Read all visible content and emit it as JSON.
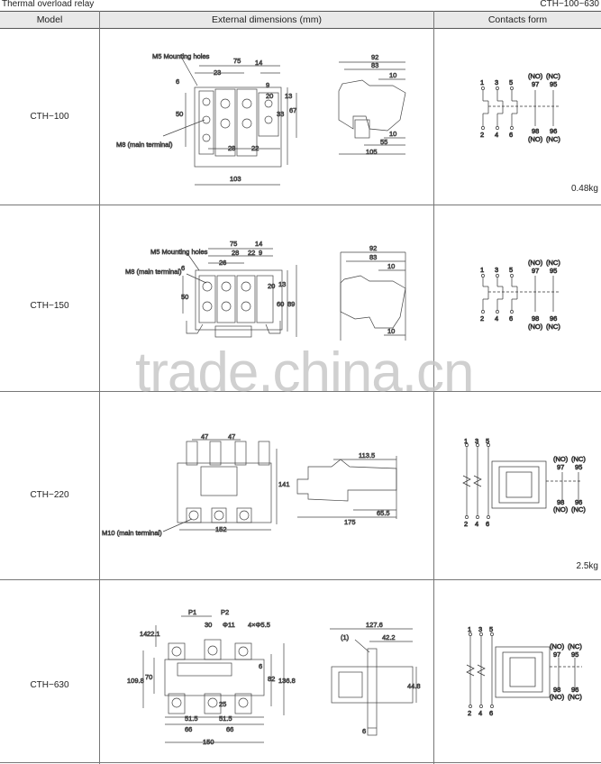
{
  "page": {
    "title": "Thermal overload relay",
    "series": "CTH−100~630"
  },
  "header": {
    "model": "Model",
    "dimensions": "External dimensions (mm)",
    "contacts": "Contacts form"
  },
  "watermark": "trade.china.cn",
  "rows": [
    {
      "model": "CTH−100",
      "weight": "0.48kg",
      "labels": {
        "mount": "M5 Mounting holes",
        "terminal": "M8 (main terminal)"
      },
      "front_dims": [
        "75",
        "14",
        "23",
        "6",
        "9",
        "20",
        "13",
        "50",
        "33",
        "67",
        "28",
        "22",
        "103"
      ],
      "side_dims": [
        "92",
        "83",
        "10",
        "10",
        "55",
        "105"
      ],
      "contacts": {
        "top": [
          "1",
          "3",
          "5"
        ],
        "bottom": [
          "2",
          "4",
          "6"
        ],
        "no_top": "(NO)",
        "nc_top": "(NC)",
        "n97": "97",
        "n95": "95",
        "n98": "98",
        "n96": "96",
        "no_bot": "(NO)",
        "nc_bot": "(NC)"
      }
    },
    {
      "model": "CTH−150",
      "weight": "",
      "labels": {
        "mount": "M5 Mounting holes",
        "terminal": "M8 (main terminal)"
      },
      "front_dims": [
        "75",
        "14",
        "28",
        "22",
        "9",
        "26",
        "6",
        "20",
        "13",
        "50",
        "60",
        "89"
      ],
      "side_dims": [
        "92",
        "83",
        "10",
        "10"
      ],
      "contacts": {
        "top": [
          "1",
          "3",
          "5"
        ],
        "bottom": [
          "2",
          "4",
          "6"
        ],
        "no_top": "(NO)",
        "nc_top": "(NC)",
        "n97": "97",
        "n95": "95",
        "n98": "98",
        "n96": "96",
        "no_bot": "(NO)",
        "nc_bot": "(NC)"
      }
    },
    {
      "model": "CTH−220",
      "weight": "2.5kg",
      "labels": {
        "terminal": "M10 (main terminal)"
      },
      "front_dims": [
        "47",
        "47",
        "141",
        "152"
      ],
      "side_dims": [
        "113.5",
        "175",
        "65.5"
      ],
      "contacts": {
        "top": [
          "1",
          "3",
          "5"
        ],
        "bottom": [
          "2",
          "4",
          "6"
        ],
        "no_top": "(NO)",
        "nc_top": "(NC)",
        "n97": "97",
        "n95": "95",
        "n98": "98",
        "n96": "96",
        "no_bot": "(NO)",
        "nc_bot": "(NC)"
      }
    },
    {
      "model": "CTH−630",
      "weight": "",
      "labels": {
        "p1": "P1",
        "p2": "P2",
        "phi": "Φ11",
        "holes": "4×Φ5.5"
      },
      "front_dims": [
        "14",
        "22.1",
        "30",
        "109.8",
        "70",
        "6",
        "82",
        "136.8",
        "25",
        "51.5",
        "51.5",
        "66",
        "66",
        "150"
      ],
      "side_dims": [
        "127.6",
        "(1)",
        "42.2",
        "44.8",
        "6"
      ],
      "contacts": {
        "top": [
          "1",
          "3",
          "5"
        ],
        "bottom": [
          "2",
          "4",
          "6"
        ],
        "no_top": "(NO)",
        "nc_top": "(NC)",
        "n97": "97",
        "n95": "95",
        "n98": "98",
        "n96": "96",
        "no_bot": "(NO)",
        "nc_bot": "(NC)"
      }
    }
  ]
}
